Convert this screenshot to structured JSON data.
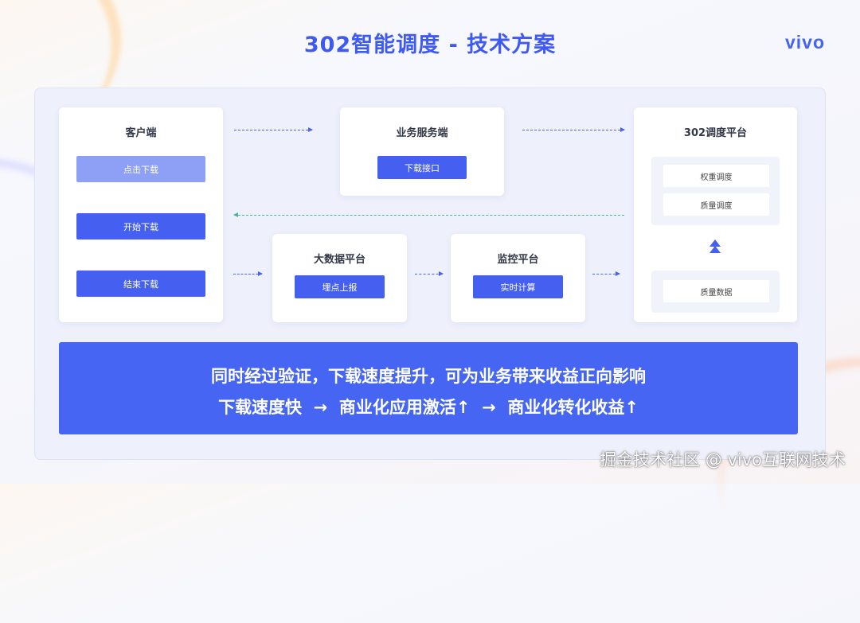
{
  "title": "302智能调度 - 技术方案",
  "logo": "vivo",
  "client": {
    "title": "客户端",
    "buttons": [
      "点击下载",
      "开始下载",
      "结束下载"
    ]
  },
  "business": {
    "title": "业务服务端",
    "button": "下载接口"
  },
  "scheduler": {
    "title": "302调度平台",
    "chips": [
      "权重调度",
      "质量调度"
    ],
    "data_chip": "质量数据"
  },
  "bigdata": {
    "title": "大数据平台",
    "button": "埋点上报"
  },
  "monitor": {
    "title": "监控平台",
    "button": "实时计算"
  },
  "banner": {
    "line1": "同时经过验证，下载速度提升，可为业务带来收益正向影响",
    "line2": "下载速度快  →  商业化应用激活↑  →  商业化转化收益↑"
  },
  "watermark": "掘金技术社区 @ vivo互联网技术",
  "colors": {
    "accent": "#4560f0",
    "title": "#3f5af2",
    "flow_back": "#46b6a0"
  }
}
